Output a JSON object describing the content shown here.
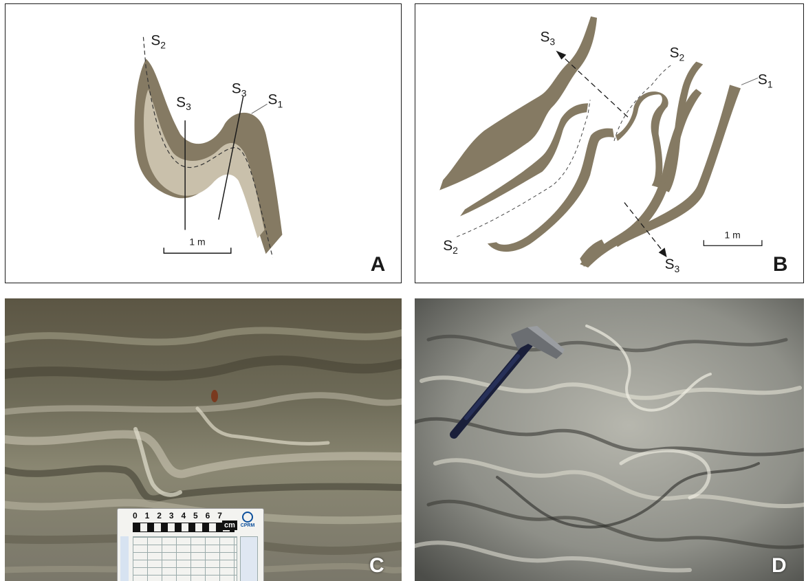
{
  "panels": {
    "a": {
      "letter": "A",
      "labels": {
        "s2_top": "S",
        "s2_top_sub": "2",
        "s3_left": "S",
        "s3_left_sub": "3",
        "s3_right": "S",
        "s3_right_sub": "3",
        "s1": "S",
        "s1_sub": "1"
      },
      "scale": "1 m"
    },
    "b": {
      "letter": "B",
      "labels": {
        "s3_top": "S",
        "s3_top_sub": "3",
        "s2_top": "S",
        "s2_top_sub": "2",
        "s1": "S",
        "s1_sub": "1",
        "s2_bottom": "S",
        "s2_bottom_sub": "2",
        "s3_bottom": "S",
        "s3_bottom_sub": "3"
      },
      "scale": "1 m"
    },
    "c": {
      "letter": "C",
      "scale_card": {
        "digits": [
          "0",
          "1",
          "2",
          "3",
          "4",
          "5",
          "6",
          "7"
        ],
        "unit": "cm",
        "logo": "CPRM"
      }
    },
    "d": {
      "letter": "D"
    }
  },
  "colors": {
    "fold_outer": "#857a63",
    "fold_inner": "#c9c0ab",
    "ink": "#1a1a1a"
  }
}
